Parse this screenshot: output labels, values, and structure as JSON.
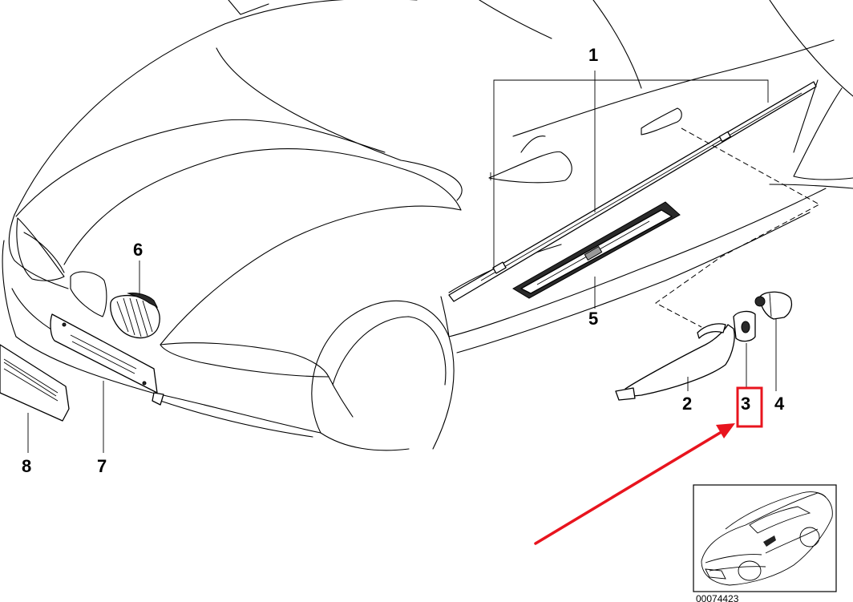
{
  "diagram": {
    "callouts": [
      "1",
      "2",
      "3",
      "4",
      "5",
      "6",
      "7",
      "8"
    ],
    "highlighted_callout": "3",
    "highlight_color": "#e8141e",
    "reference_number": "00074423",
    "thumbnail_icon": "car-overview-icon"
  }
}
